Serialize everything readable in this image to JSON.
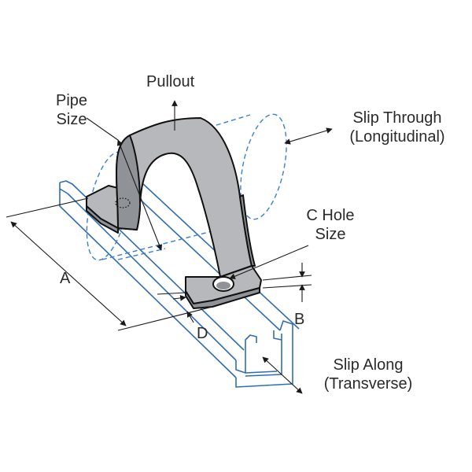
{
  "labels": {
    "pullout": "Pullout",
    "pipe_size": [
      "Pipe",
      "Size"
    ],
    "slip_through": [
      "Slip Through",
      "(Longitudinal)"
    ],
    "c_hole_size": [
      "C Hole",
      "Size"
    ],
    "dim_a": "A",
    "dim_b": "B",
    "dim_d": "D",
    "slip_along": [
      "Slip Along",
      "(Transverse)"
    ]
  },
  "colors": {
    "channel": "#2f6db5",
    "pipe_dashed": "#3a7fd0",
    "strap_fill": "#b6b8bb",
    "strap_shadow": "#8f9296",
    "outline": "#111111",
    "dimension": "#1a1a1a",
    "text": "#2a2a2a"
  }
}
